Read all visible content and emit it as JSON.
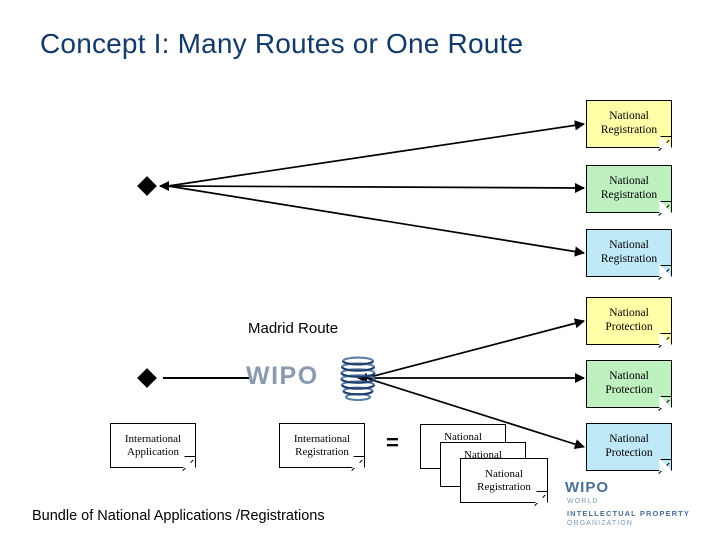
{
  "slide": {
    "title": "Concept I: Many Routes or One Route",
    "title_color": "#123a6b",
    "background": "#ffffff"
  },
  "labels": {
    "madrid_route": "Madrid Route",
    "bundle_caption": "Bundle of National Applications /Registrations",
    "equals": "="
  },
  "colors": {
    "note_yellow": "#ffffa8",
    "note_green": "#bff0c0",
    "note_blue": "#bfe9f7",
    "note_white": "#ffffff",
    "outline": "#000000",
    "wipo_gray_blue": "#8a9bb0",
    "wipo_corner_blue": "#4a6f96"
  },
  "national_route_boxes": [
    {
      "line1": "National",
      "line2": "Registration",
      "color": "yellow"
    },
    {
      "line1": "National",
      "line2": "Registration",
      "color": "green"
    },
    {
      "line1": "National",
      "line2": "Registration",
      "color": "blue"
    }
  ],
  "madrid_route_boxes": [
    {
      "line1": "National",
      "line2": "Protection",
      "color": "yellow"
    },
    {
      "line1": "National",
      "line2": "Protection",
      "color": "green"
    },
    {
      "line1": "National",
      "line2": "Protection",
      "color": "blue"
    }
  ],
  "bottom_boxes": [
    {
      "line1": "International",
      "line2": "Application"
    },
    {
      "line1": "International",
      "line2": "Registration"
    }
  ],
  "stacked_boxes": [
    {
      "line1": "National",
      "line2": ""
    },
    {
      "line1": "National",
      "line2": ""
    },
    {
      "line1": "National",
      "line2": "Registration"
    }
  ],
  "wipo_center": {
    "wordmark": "WIPO"
  },
  "wipo_corner": {
    "wordmark": "WIPO",
    "line1": "WORLD",
    "line2": "INTELLECTUAL PROPERTY",
    "line3": "ORGANIZATION"
  },
  "bullets": [
    {
      "name": "national-route-bullet"
    },
    {
      "name": "madrid-route-bullet"
    }
  ]
}
